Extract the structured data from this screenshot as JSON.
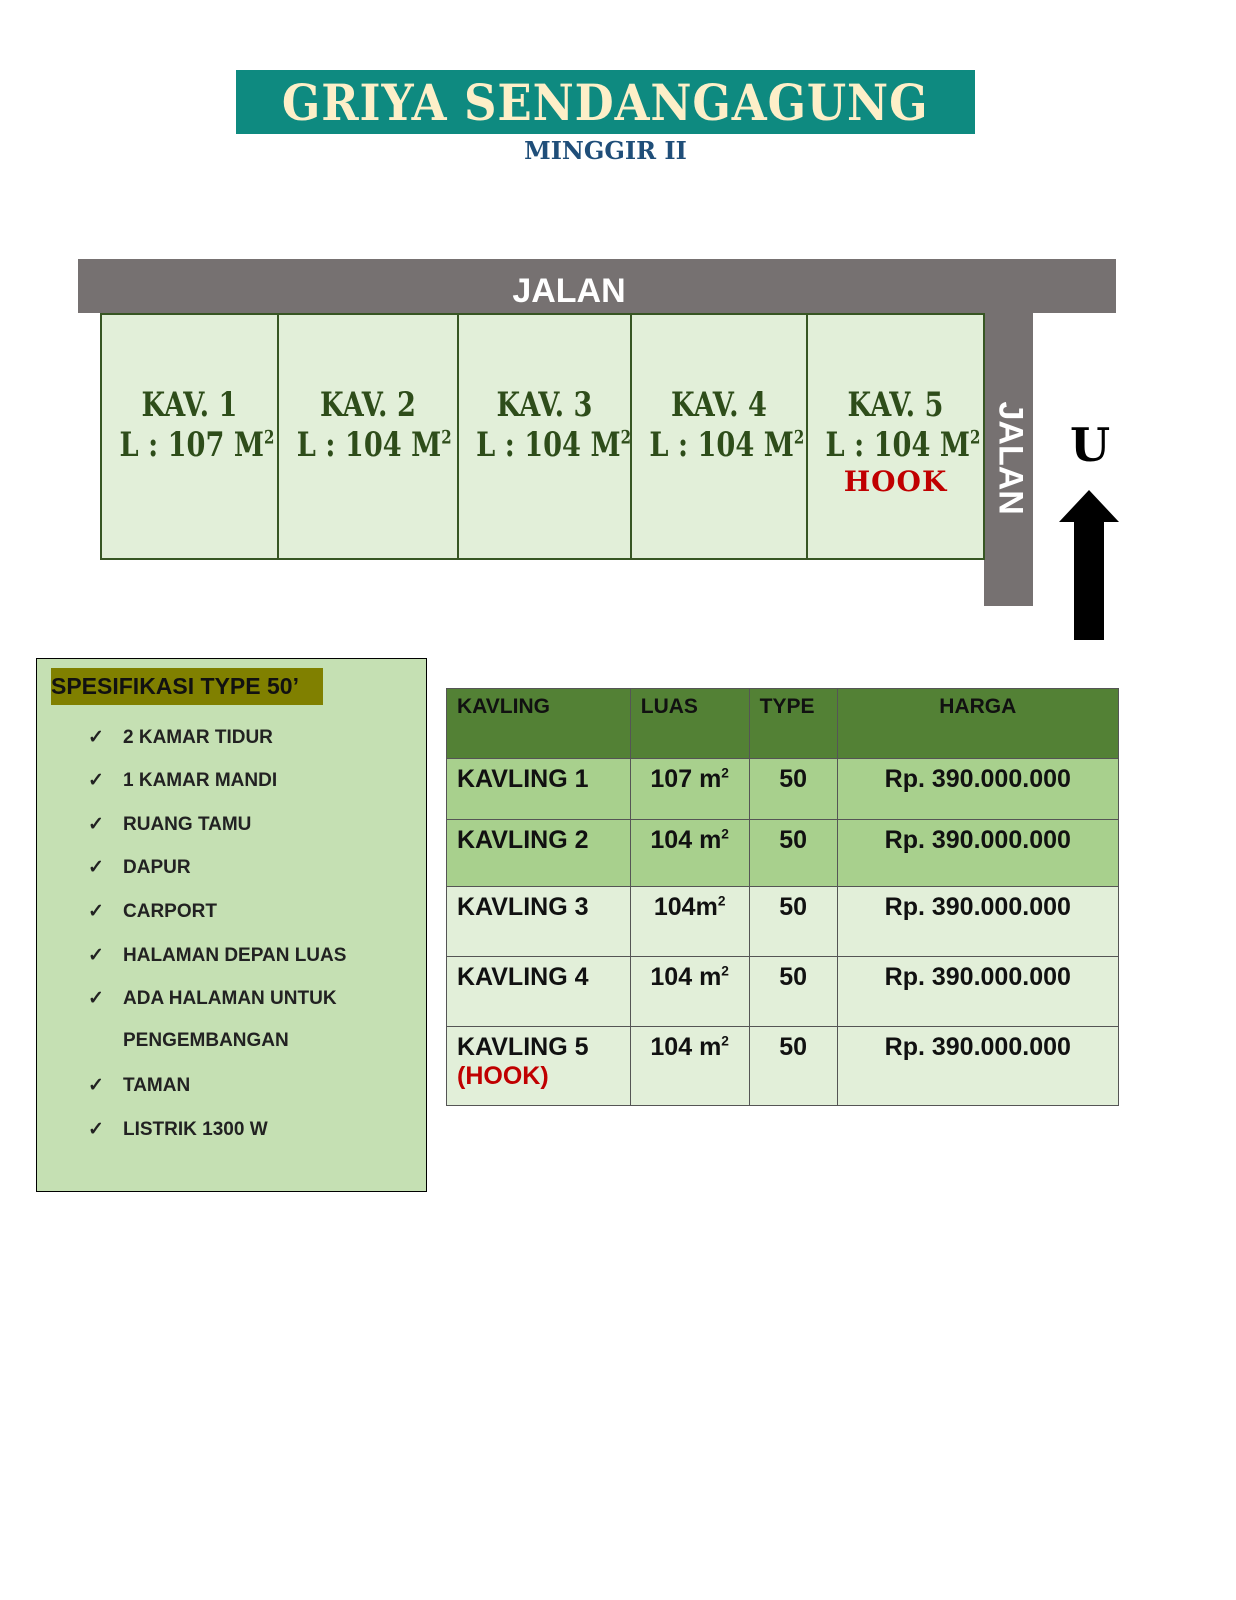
{
  "header": {
    "title": "GRIYA SENDANGAGUNG",
    "subtitle": "MINGGIR II"
  },
  "map": {
    "road_top_label": "JALAN",
    "road_side_label": "JALAN",
    "north_label": "U",
    "plots": [
      {
        "name": "KAV. 1",
        "area": "L : 107 M",
        "sup": "2",
        "hook": ""
      },
      {
        "name": "KAV. 2",
        "area": "L : 104 M",
        "sup": "2",
        "hook": ""
      },
      {
        "name": "KAV. 3",
        "area": "L : 104 M",
        "sup": "2",
        "hook": ""
      },
      {
        "name": "KAV. 4",
        "area": "L : 104 M",
        "sup": "2",
        "hook": ""
      },
      {
        "name": "KAV. 5",
        "area": "L : 104 M",
        "sup": "2",
        "hook": "HOOK"
      }
    ]
  },
  "spec": {
    "title": "SPESIFIKASI TYPE 50’",
    "check": "✓",
    "items": [
      "2 KAMAR TIDUR",
      "1 KAMAR MANDI",
      "RUANG TAMU",
      "DAPUR",
      "CARPORT",
      "HALAMAN DEPAN LUAS",
      "ADA HALAMAN UNTUK",
      "PENGEMBANGAN",
      "TAMAN",
      "LISTRIK 1300 W"
    ]
  },
  "table": {
    "headers": [
      "KAVLING",
      "LUAS",
      "TYPE",
      "HARGA"
    ],
    "rows": [
      {
        "kavling": "KAVLING 1",
        "note": "",
        "luas": "107 m",
        "sup": "2",
        "type": "50",
        "harga": "Rp. 390.000.000"
      },
      {
        "kavling": "KAVLING 2",
        "note": "",
        "luas": "104 m",
        "sup": "2",
        "type": "50",
        "harga": "Rp. 390.000.000"
      },
      {
        "kavling": "KAVLING 3",
        "note": "",
        "luas": "104m",
        "sup": "2",
        "type": "50",
        "harga": "Rp. 390.000.000"
      },
      {
        "kavling": "KAVLING 4",
        "note": "",
        "luas": "104 m",
        "sup": "2",
        "type": "50",
        "harga": "Rp. 390.000.000"
      },
      {
        "kavling": "KAVLING 5",
        "note": "(HOOK)",
        "luas": "104 m",
        "sup": "2",
        "type": "50",
        "harga": "Rp. 390.000.000"
      }
    ]
  },
  "colors": {
    "teal": "#0e8a80",
    "road": "#767171",
    "plot": "#e2efd9",
    "spec": "#c5e0b3",
    "header": "#538135",
    "hook": "#c00000"
  }
}
